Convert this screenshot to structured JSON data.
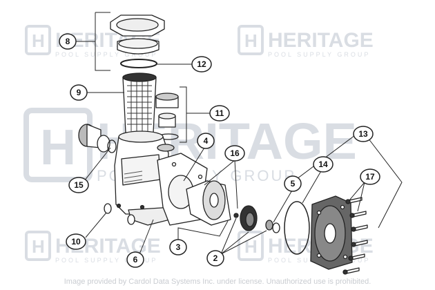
{
  "watermark": {
    "brand": "HERITAGE",
    "tagline": "POOL SUPPLY GROUP"
  },
  "callouts": [
    "8",
    "12",
    "9",
    "11",
    "4",
    "16",
    "13",
    "14",
    "5",
    "17",
    "15",
    "10",
    "6",
    "3",
    "2"
  ],
  "footer": "Image provided by Cardol Data Systems Inc. under license. Unauthorized use is prohibited.",
  "colors": {
    "line": "#222222",
    "part_fill": "#ffffff",
    "shade": "#9aa0a6",
    "watermark": "#d9dde3"
  }
}
